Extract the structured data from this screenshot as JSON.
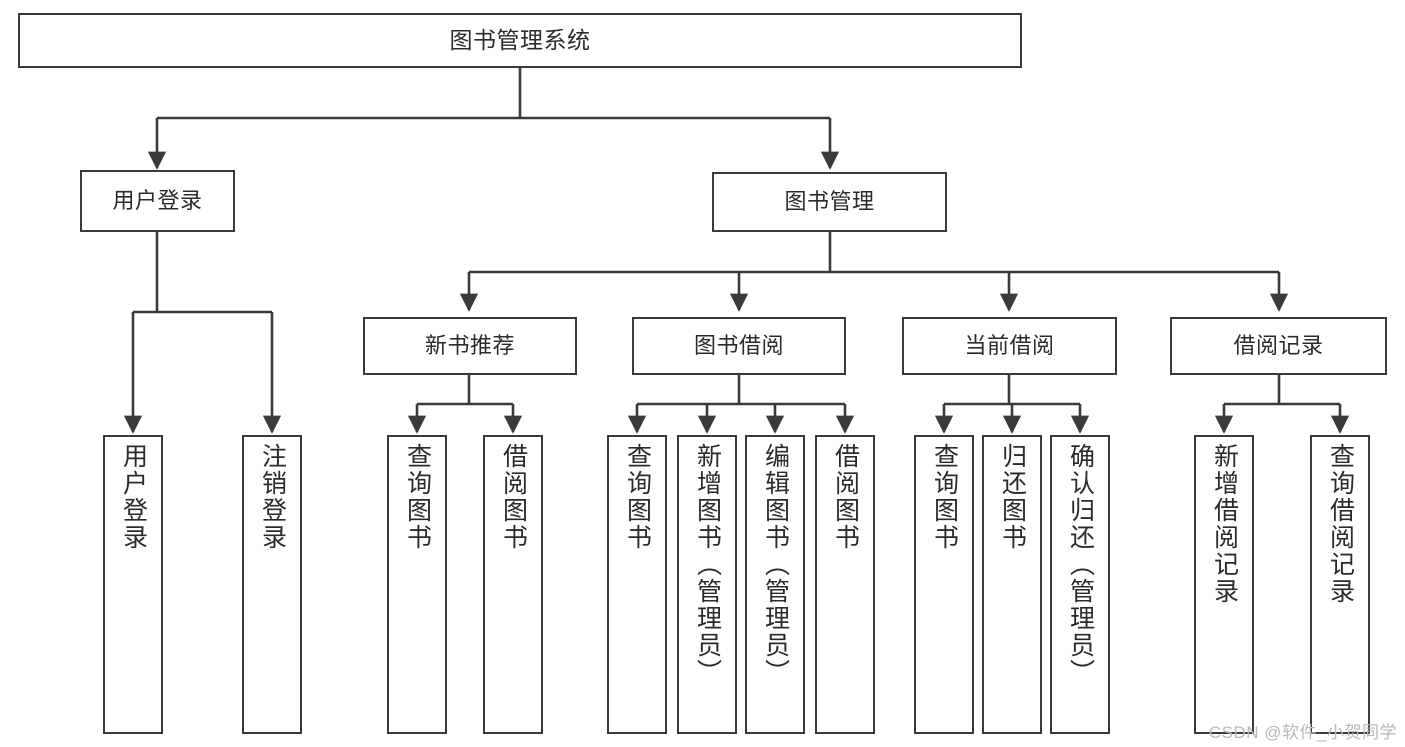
{
  "diagram": {
    "title": "图书管理系统",
    "type": "tree-hierarchy-diagram",
    "colors": {
      "box_border": "#3a3a3a",
      "box_fill": "#ffffff",
      "edge": "#3a3a3a",
      "text": "#2b2b2b",
      "watermark": "#b9b9b9"
    },
    "watermark": "CSDN @软件_小贺同学",
    "nodes": {
      "root": {
        "label": "图书管理系统"
      },
      "level2": [
        {
          "label": "用户登录"
        },
        {
          "label": "图书管理"
        }
      ],
      "level3": [
        {
          "label": "新书推荐"
        },
        {
          "label": "图书借阅"
        },
        {
          "label": "当前借阅"
        },
        {
          "label": "借阅记录"
        }
      ],
      "leaves": {
        "user_login": [
          {
            "label": "用户登录"
          },
          {
            "label": "注销登录"
          }
        ],
        "new_book_recommend": [
          {
            "label": "查询图书"
          },
          {
            "label": "借阅图书"
          }
        ],
        "book_borrow": [
          {
            "label": "查询图书"
          },
          {
            "label": "新增图书（管理员）"
          },
          {
            "label": "编辑图书（管理员）"
          },
          {
            "label": "借阅图书"
          }
        ],
        "current_borrow": [
          {
            "label": "查询图书"
          },
          {
            "label": "归还图书"
          },
          {
            "label": "确认归还（管理员）"
          }
        ],
        "borrow_record": [
          {
            "label": "新增借阅记录"
          },
          {
            "label": "查询借阅记录"
          }
        ]
      }
    }
  }
}
